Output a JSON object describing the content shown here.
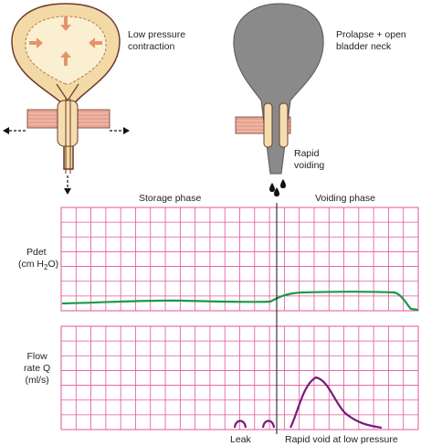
{
  "illustration_left": {
    "label_line1": "Low pressure",
    "label_line2": "contraction"
  },
  "illustration_right": {
    "label_line1": "Prolapse + open",
    "label_line2": "bladder neck",
    "void_label_line1": "Rapid",
    "void_label_line2": "voiding"
  },
  "phases": {
    "storage": "Storage phase",
    "voiding": "Voiding phase"
  },
  "pdet_chart": {
    "ylabel_line1": "Pdet",
    "ylabel_line2_pre": "(cm H",
    "ylabel_line2_sub": "2",
    "ylabel_line2_post": "O)"
  },
  "flow_chart": {
    "ylabel_line1": "Flow",
    "ylabel_line2": "rate Q",
    "ylabel_line3": "(ml/s)"
  },
  "annotations": {
    "leak": "Leak",
    "rapid_void": "Rapid void at low pressure"
  },
  "colors": {
    "grid": "#e0569b",
    "pressure_trace": "#1a9a4a",
    "flow_trace": "#7a1a7a",
    "bladder_wall": "#f3d9a6",
    "bladder_outline": "#6b3a2a",
    "arrow": "#e3956a",
    "prolapse_fill": "#8a8a8a",
    "sphincter": "#f5ddb0",
    "muscle": "#e8a090"
  }
}
